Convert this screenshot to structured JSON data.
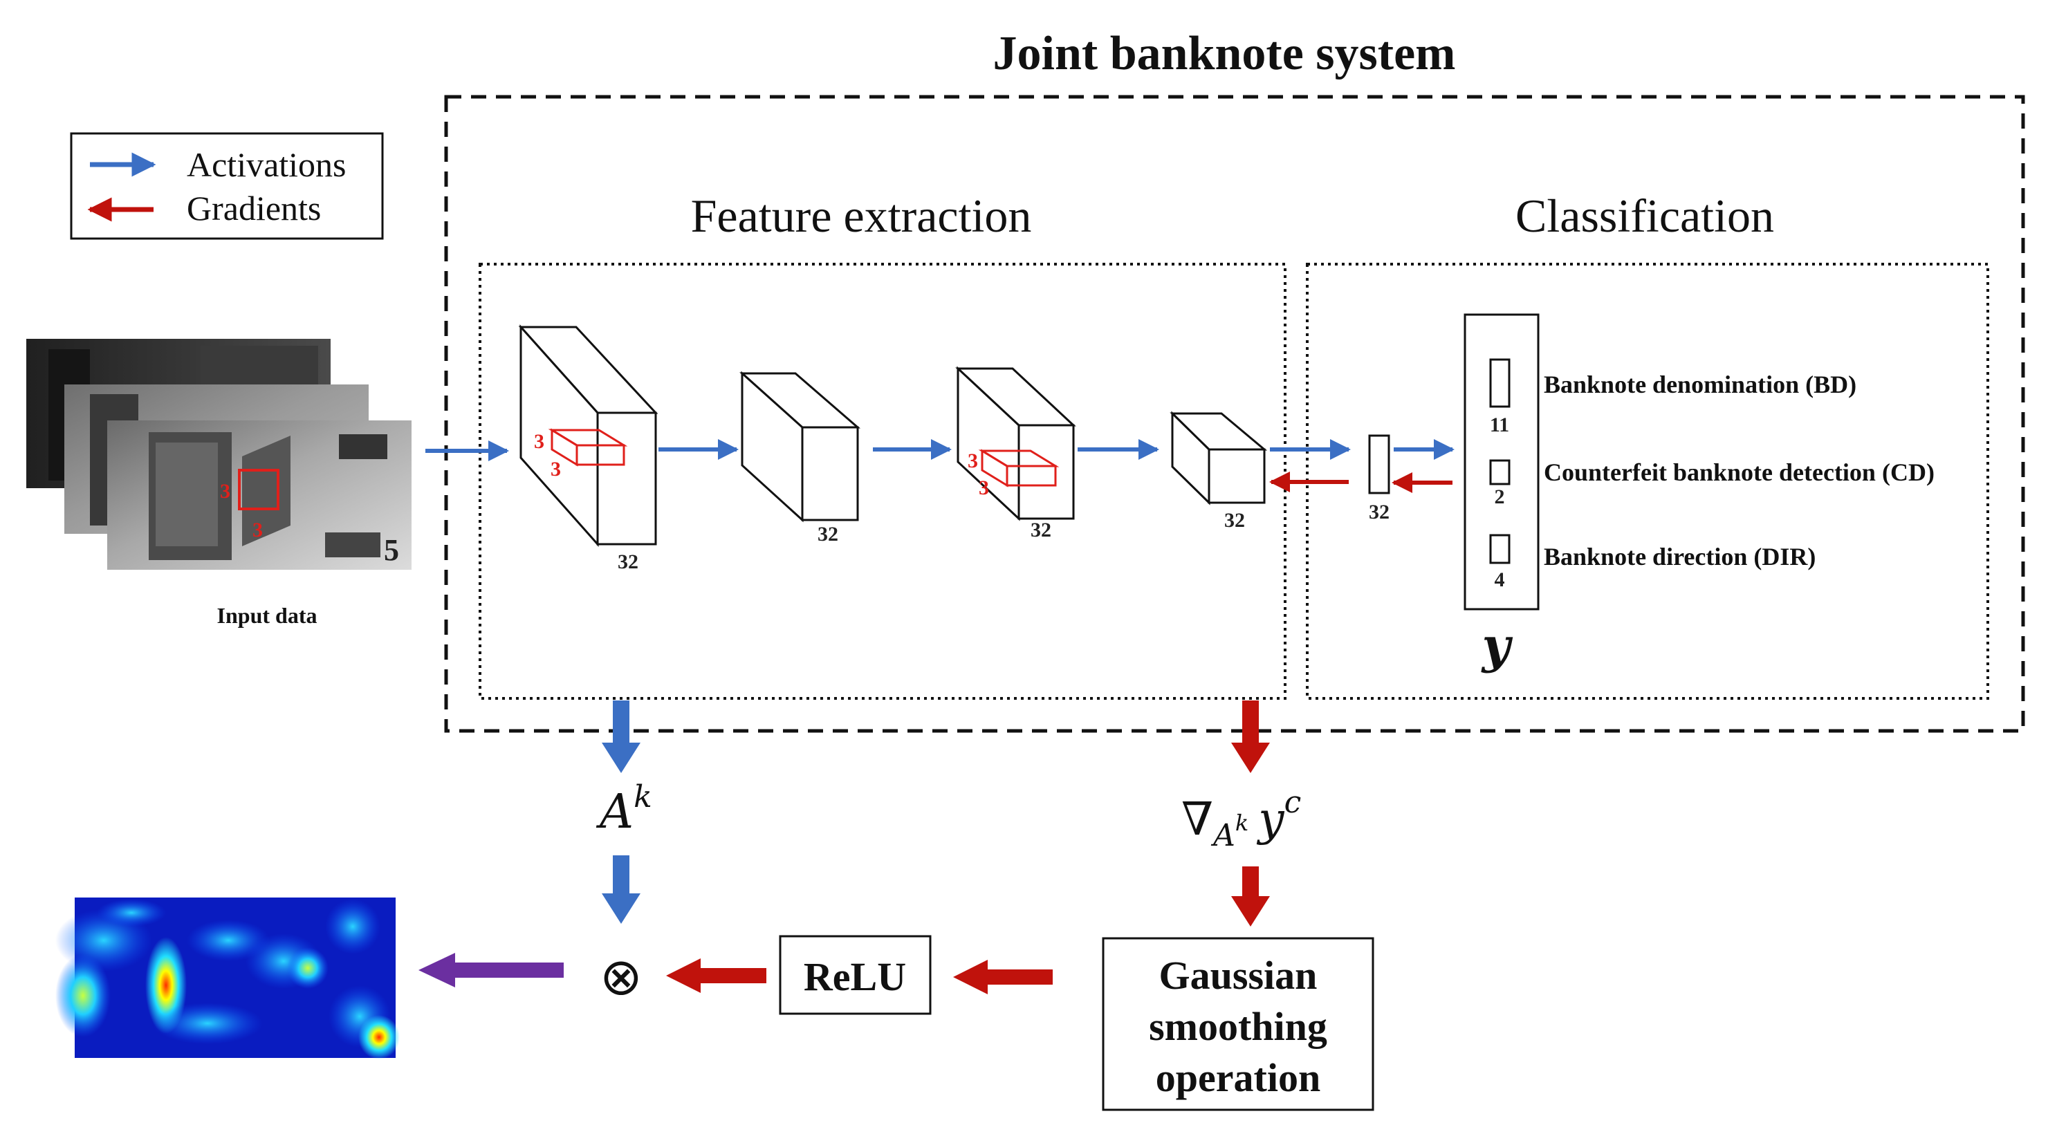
{
  "diagram": {
    "title": "Joint banknote system",
    "legend": {
      "activations_label": "Activations",
      "gradients_label": "Gradients"
    },
    "sections": {
      "feature_extraction": "Feature extraction",
      "classification": "Classification"
    },
    "input": {
      "label": "Input data",
      "kernel_w": "3",
      "kernel_h": "3"
    },
    "conv_blocks": [
      {
        "channels": "32",
        "kernel_w": "3",
        "kernel_h": "3"
      },
      {
        "channels": "32"
      },
      {
        "channels": "32",
        "kernel_w": "3",
        "kernel_h": "3"
      },
      {
        "channels": "32"
      }
    ],
    "fc": {
      "size": "32"
    },
    "output_label": "y",
    "outputs": [
      {
        "size": "11",
        "label": "Banknote denomination (BD)"
      },
      {
        "size": "2",
        "label": "Counterfeit banknote detection (CD)"
      },
      {
        "size": "4",
        "label": "Banknote direction (DIR)"
      }
    ],
    "activation_symbol": {
      "base": "A",
      "sup": "k"
    },
    "gradient_symbol": {
      "nabla": "∇",
      "sub": "A",
      "subsup": "k",
      "base": "y",
      "sup": "c"
    },
    "multiply_symbol": "⊗",
    "relu_label": "ReLU",
    "gaussian_lines": [
      "Gaussian",
      "smoothing",
      "operation"
    ],
    "colors": {
      "activation_arrow": "#3b6fc4",
      "gradient_arrow": "#c0120c",
      "output_arrow": "#6b2fa0",
      "kernel": "#e0201b"
    },
    "icons": {
      "banknote_stack": "banknote-image-stack",
      "heatmap": "grad-cam-heatmap"
    }
  }
}
